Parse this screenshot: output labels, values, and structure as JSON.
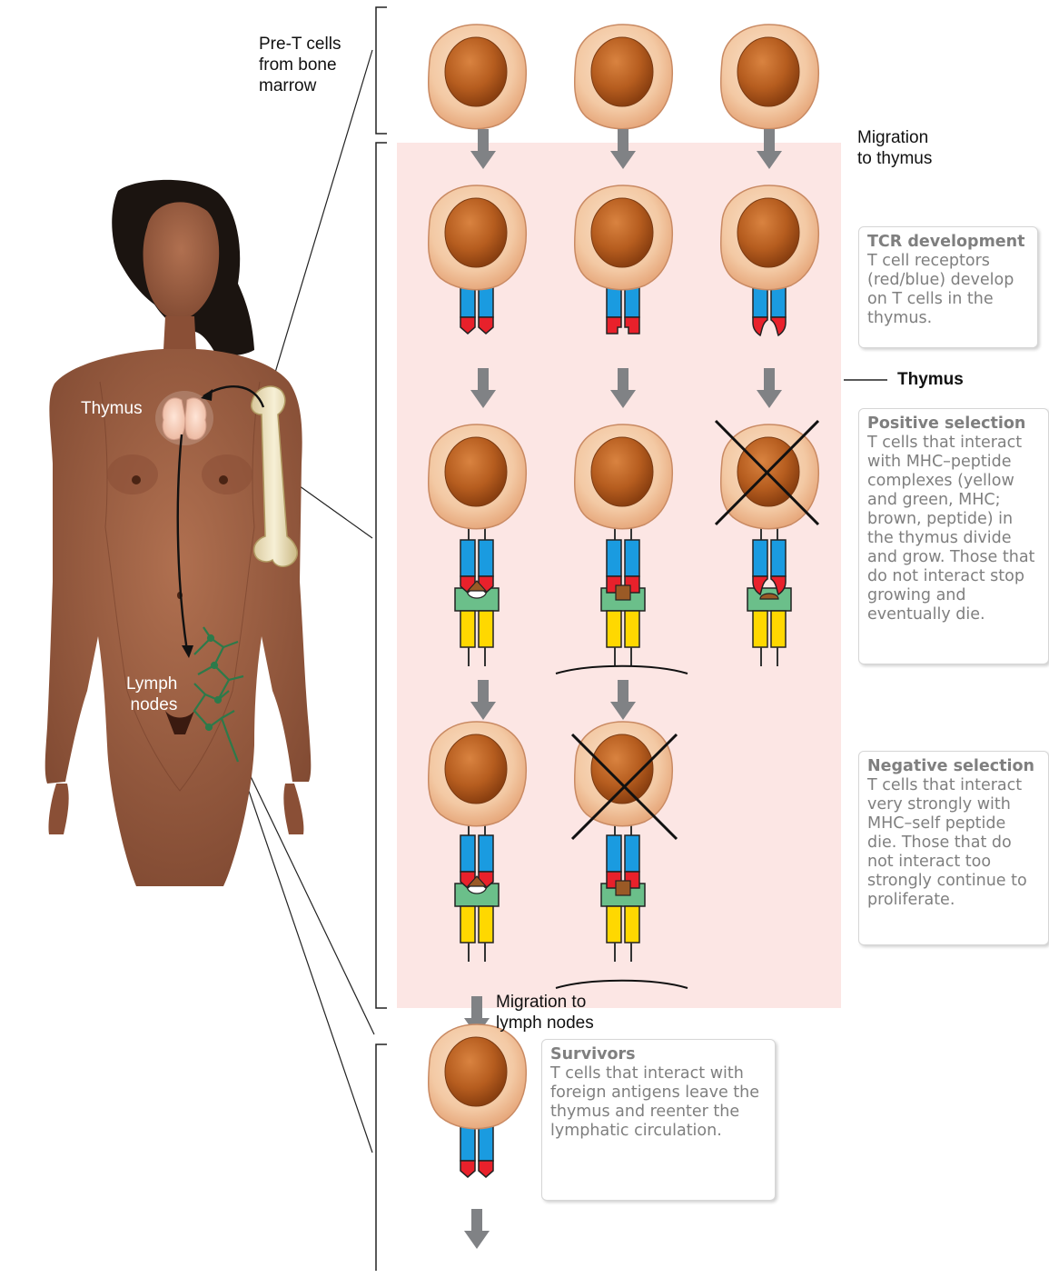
{
  "labels": {
    "pre_t": "Pre-T cells\nfrom bone\nmarrow",
    "migration_thymus": "Migration\nto thymus",
    "thymus_side": "Thymus",
    "thymus_body": "Thymus",
    "lymph_nodes": "Lymph\nnodes",
    "migration_lymph": "Migration to\nlymph nodes"
  },
  "boxes": {
    "tcr": {
      "title": "TCR development",
      "text": "T cell receptors (red/blue) develop on T cells in the thymus."
    },
    "positive": {
      "title": "Positive selection",
      "text": "T cells that interact with MHC–peptide complexes (yellow and green, MHC; brown, peptide) in the thymus divide and grow. Those that do not interact stop growing and eventually die."
    },
    "negative": {
      "title": "Negative selection",
      "text": "T cells that interact very strongly with MHC–self peptide die. Those that do not interact too strongly continue to proliferate."
    },
    "survivors": {
      "title": "Survivors",
      "text": "T cells that interact with foreign antigens leave the thymus and reenter the lymphatic circulation."
    }
  },
  "colors": {
    "thymus_region": "#fce6e4",
    "cell_outer": "#f3c9a4",
    "cell_nucleus": "#b65d1f",
    "receptor_blue": "#1a9be0",
    "receptor_red": "#e8212b",
    "mhc_green": "#6bbf8a",
    "mhc_yellow": "#ffd800",
    "peptide_brown": "#9a5a26",
    "arrow_gray": "#808285",
    "skin": "#9a5a3c",
    "hair": "#1b1410"
  }
}
